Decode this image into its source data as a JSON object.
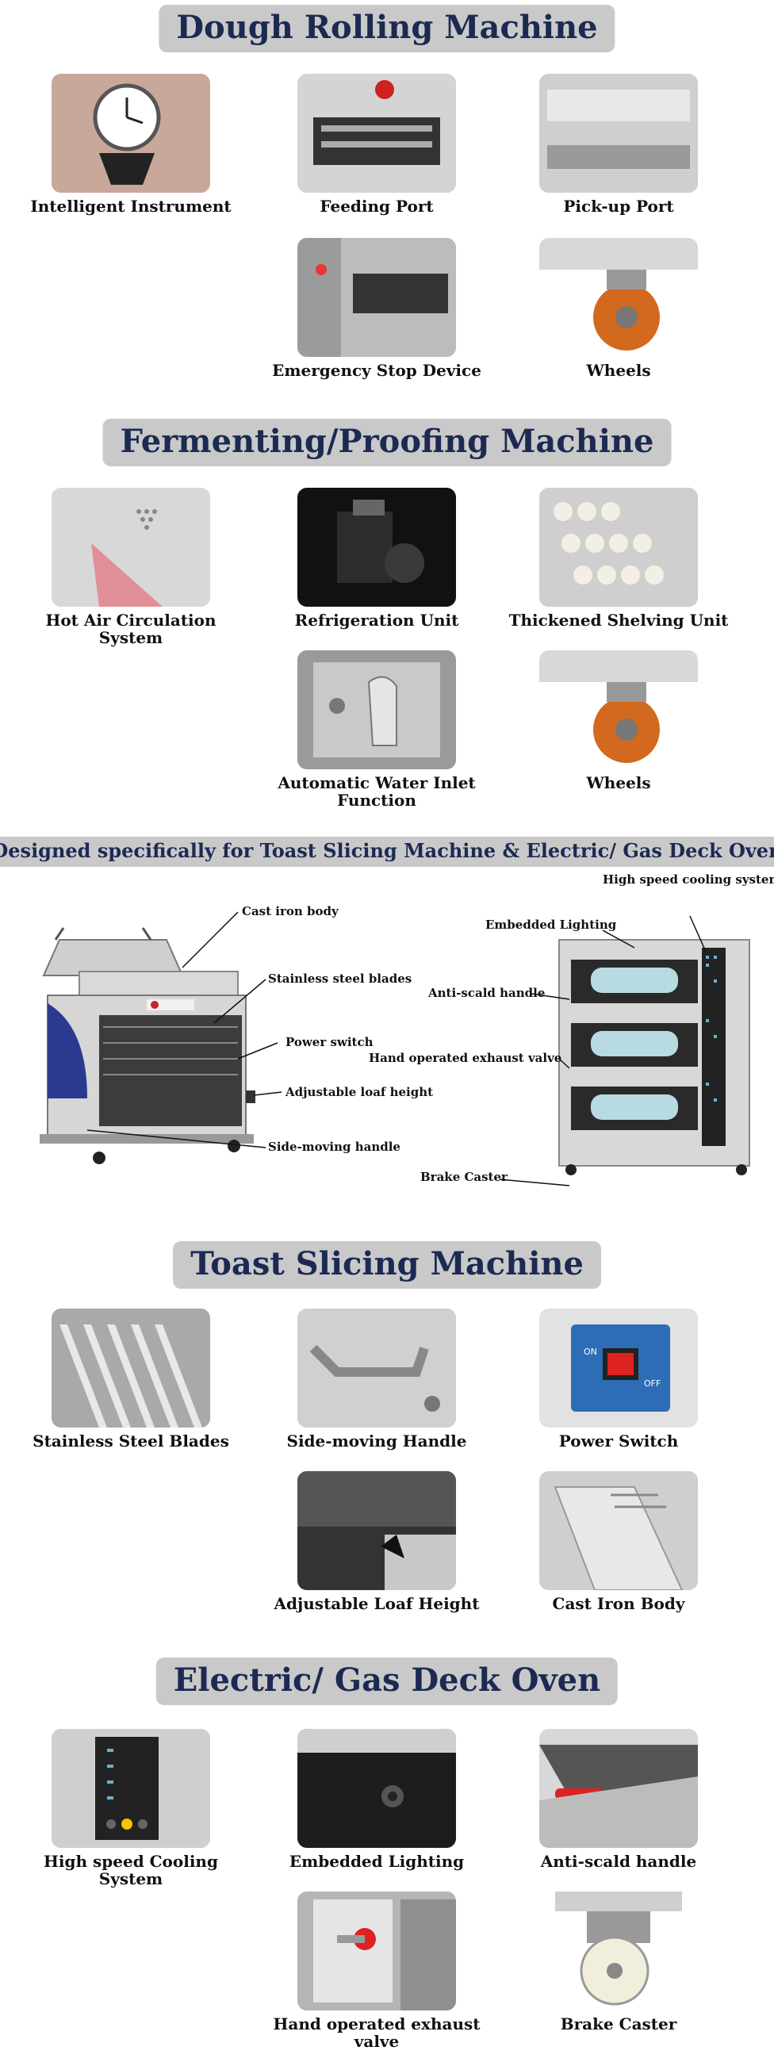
{
  "sections": {
    "dough": {
      "title": "Dough Rolling Machine",
      "items": [
        "Intelligent Instrument",
        "Feeding Port",
        "Pick-up Port",
        "Emergency Stop Device",
        "Wheels"
      ]
    },
    "ferment": {
      "title": "Fermenting/Proofing Machine",
      "items": [
        "Hot Air Circulation System",
        "Refrigeration Unit",
        "Thickened Shelving Unit",
        "Automatic Water Inlet Function",
        "Wheels"
      ]
    },
    "designed": {
      "title": "Designed specifically for Toast Slicing Machine & Electric/ Gas Deck Oven"
    },
    "toast": {
      "title": "Toast Slicing Machine",
      "items": [
        "Stainless Steel Blades",
        "Side-moving Handle",
        "Power Switch",
        "Adjustable Loaf Height",
        "Cast Iron Body"
      ]
    },
    "oven": {
      "title": "Electric/ Gas Deck Oven",
      "items": [
        "High speed Cooling System",
        "Embedded Lighting",
        "Anti-scald handle",
        "Hand operated exhaust valve",
        "Brake Caster"
      ]
    }
  },
  "diagram": {
    "slicer_labels": [
      "Cast iron body",
      "Stainless steel blades",
      "Power switch",
      "Adjustable loaf height",
      "Side-moving handle"
    ],
    "oven_labels": [
      "High speed cooling system",
      "Embedded Lighting",
      "Anti-scald handle",
      "Hand operated exhaust valve",
      "Brake Caster"
    ],
    "switch_on": "ON",
    "switch_off": "OFF"
  },
  "colors": {
    "banner_bg": "#c9c9c9",
    "banner_text": "#1c2a52",
    "accent_orange": "#d2691e",
    "accent_red": "#d22"
  }
}
